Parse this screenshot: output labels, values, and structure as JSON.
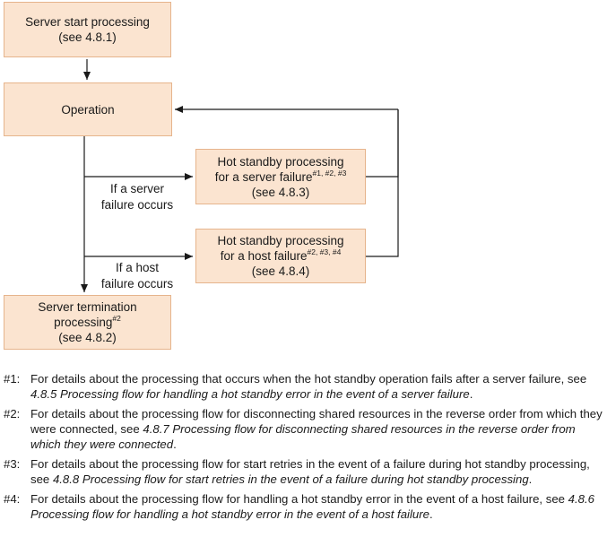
{
  "diagram": {
    "box_start": {
      "line1": "Server start processing",
      "line2": "(see 4.8.1)"
    },
    "box_operation": {
      "label": "Operation"
    },
    "box_server_failure": {
      "line1": "Hot standby processing",
      "line2a": "for a server failure",
      "sup": "#1, #2, #3",
      "line3": "(see 4.8.3)"
    },
    "box_host_failure": {
      "line1": "Hot standby processing",
      "line2a": "for a host failure",
      "sup": "#2, #3, #4",
      "line3": "(see 4.8.4)"
    },
    "box_termination": {
      "line1": "Server termination",
      "line2a": "processing",
      "sup": "#2",
      "line3": "(see 4.8.2)"
    },
    "label_server_failure": {
      "line1": "If a server",
      "line2": "failure occurs"
    },
    "label_host_failure": {
      "line1": "If a host",
      "line2": "failure occurs"
    }
  },
  "notes": [
    {
      "id": "#1:",
      "text": "For details about the processing that occurs when the hot standby operation fails after a server failure, see ",
      "ref": "4.8.5 Processing flow for handling a hot standby error in the event of a server failure",
      "end": "."
    },
    {
      "id": "#2:",
      "text": "For details about the processing flow for disconnecting shared resources in the reverse order from which they were connected, see ",
      "ref": "4.8.7 Processing flow for disconnecting shared resources in the reverse order from which they were connected",
      "end": "."
    },
    {
      "id": "#3:",
      "text": "For details about the processing flow for start retries in the event of a failure during hot standby processing, see ",
      "ref": "4.8.8 Processing flow for start retries in the event of a failure during hot standby processing",
      "end": "."
    },
    {
      "id": "#4:",
      "text": "For details about the processing flow for handling a hot standby error in the event of a host failure, see ",
      "ref": "4.8.6 Processing flow for handling a hot standby error in the event of a host failure",
      "end": "."
    }
  ]
}
